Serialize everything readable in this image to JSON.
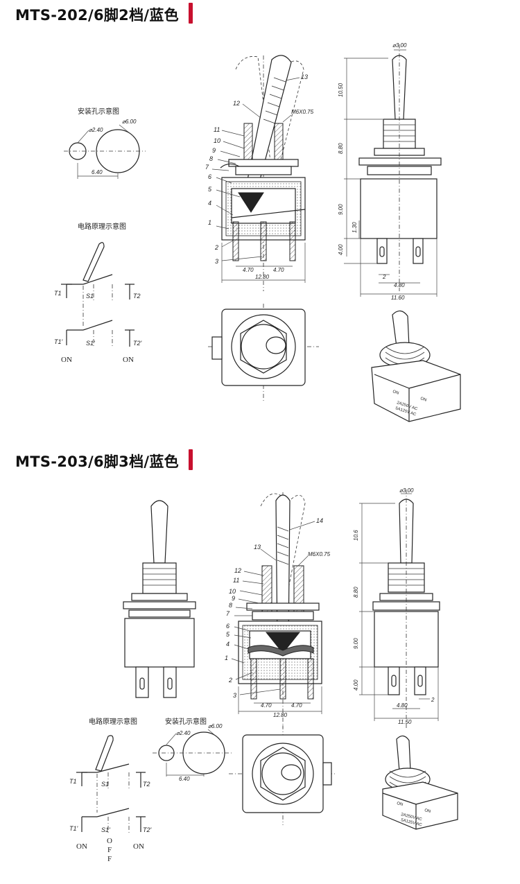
{
  "sections": [
    {
      "title": "MTS-202/6脚2档/蓝色",
      "mount_caption": "安装孔示意图",
      "mount_dims": {
        "small": "⌀2.40",
        "large": "⌀6.00",
        "spacing": "6.40"
      },
      "circuit_caption": "电路原理示意图",
      "terminals": {
        "t1": "T1",
        "s1": "S1",
        "t2": "T2",
        "t1b": "T1'",
        "s1b": "S1'",
        "t2b": "T2'"
      },
      "positions": [
        "ON",
        "ON"
      ],
      "part_numbers": [
        "1",
        "2",
        "3",
        "4",
        "5",
        "6",
        "7",
        "8",
        "9",
        "10",
        "11",
        "12",
        "13"
      ],
      "thread_label": "M6X0.75",
      "cross_dims": {
        "pitch_a": "4.70",
        "pitch_b": "4.70",
        "width": "12.80"
      },
      "side_dims": {
        "tip": "⌀3.00",
        "lever": "10.50",
        "bushing": "8.80",
        "body": "9.00",
        "a": "1.30",
        "pin": "4.00",
        "b": "2",
        "c": "4.80",
        "total": "11.60"
      },
      "body_marking": {
        "left": "ON",
        "right": "ON",
        "rating1": "2A250V AC",
        "rating2": "5A125V AC"
      }
    },
    {
      "title": "MTS-203/6脚3档/蓝色",
      "mount_caption": "安装孔示意图",
      "mount_dims": {
        "small": "⌀2.40",
        "large": "⌀6.00",
        "spacing": "6.40"
      },
      "circuit_caption": "电路原理示意图",
      "terminals": {
        "t1": "T1",
        "s1": "S1",
        "t2": "T2",
        "t1b": "T1'",
        "s1b": "S1'",
        "t2b": "T2'"
      },
      "positions": [
        "ON",
        "OFF",
        "ON"
      ],
      "part_numbers": [
        "1",
        "2",
        "3",
        "4",
        "5",
        "6",
        "7",
        "8",
        "9",
        "10",
        "11",
        "12",
        "13",
        "14"
      ],
      "thread_label": "M6X0.75",
      "cross_dims": {
        "pitch_a": "4.70",
        "pitch_b": "4.70",
        "width": "12.80"
      },
      "side_dims": {
        "tip": "⌀3.00",
        "lever": "10.6",
        "bushing": "8.80",
        "body": "9.00",
        "pin": "4.00",
        "b": "2",
        "c": "4.80",
        "total": "11.50"
      },
      "body_marking": {
        "left": "ON",
        "right": "ON",
        "rating1": "2A250V AC",
        "rating2": "5A125V AC"
      }
    }
  ],
  "colors": {
    "accent_bar": "#c8102e",
    "line": "#222222"
  }
}
